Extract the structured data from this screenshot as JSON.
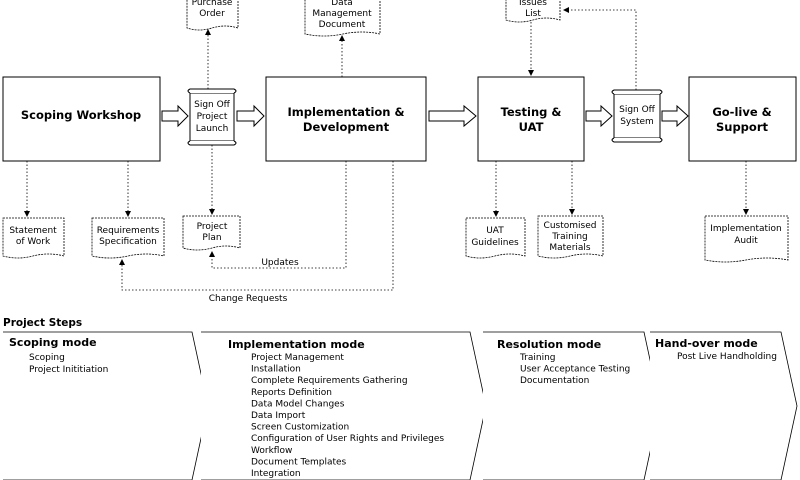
{
  "boxes": {
    "scoping_workshop": "Scoping Workshop",
    "impl_line1": "Implementation &",
    "impl_line2": "Development",
    "testing_line1": "Testing &",
    "testing_line2": "UAT",
    "golive_line1": "Go-live &",
    "golive_line2": "Support"
  },
  "signoffs": {
    "launch": [
      "Sign Off",
      "Project",
      "Launch"
    ],
    "system": [
      "Sign Off",
      "System"
    ]
  },
  "documents": {
    "purchase_order": [
      "Purchase",
      "Order"
    ],
    "data_management": [
      "Data",
      "Management",
      "Document"
    ],
    "issues_list": [
      "Issues",
      "List"
    ],
    "statement_of_work": [
      "Statement",
      "of Work"
    ],
    "requirements_spec": [
      "Requirements",
      "Specification"
    ],
    "project_plan": [
      "Project",
      "Plan"
    ],
    "uat_guidelines": [
      "UAT",
      "Guidelines"
    ],
    "training_materials": [
      "Customised",
      "Training",
      "Materials"
    ],
    "implementation_audit": [
      "Implementation",
      "Audit"
    ]
  },
  "flow_labels": {
    "updates": "Updates",
    "change_requests": "Change Requests"
  },
  "project_steps": {
    "title": "Project Steps",
    "modes": [
      {
        "title": "Scoping mode",
        "items": [
          "Scoping",
          "Project Inititiation"
        ]
      },
      {
        "title": "Implementation mode",
        "items": [
          "Project Management",
          "Installation",
          "Complete Requirements Gathering",
          "Reports Definition",
          "Data Model Changes",
          "Data Import",
          "Screen Customization",
          "Configuration of User Rights and Privileges",
          "Workflow",
          "Document Templates",
          "Integration"
        ]
      },
      {
        "title": "Resolution mode",
        "items": [
          "Training",
          "User Acceptance Testing",
          "Documentation"
        ]
      },
      {
        "title": "Hand-over mode",
        "items": [
          "Post Live Handholding"
        ]
      }
    ]
  }
}
